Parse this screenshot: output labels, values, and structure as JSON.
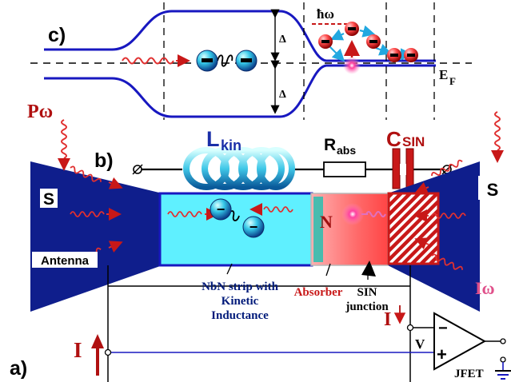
{
  "panel_labels": {
    "a": "a)",
    "b": "b)",
    "c": "c)"
  },
  "band": {
    "hw": "ħω",
    "delta_top": "Δ",
    "delta_bottom": "Δ",
    "ef": "E",
    "ef_sub": "F"
  },
  "circuit": {
    "lkin_main": "L",
    "lkin_sub": "kin",
    "rabs_main": "R",
    "rabs_sub": "abs",
    "csin_main": "C",
    "csin_sub": "SIN"
  },
  "device": {
    "p_omega": "Pω",
    "s_left": "S",
    "s_right": "S",
    "antenna": "Antenna",
    "n_label": "N",
    "i_omega": "Iω",
    "electron": "−",
    "strip_caption": [
      "NbN strip with",
      "Kinetic",
      "Inductance"
    ],
    "absorber": "Absorber",
    "sin_junction": [
      "SIN",
      "junction"
    ],
    "i_left": "I",
    "i_right": "I",
    "v_label": "V",
    "minus": "−",
    "plus": "+",
    "jfet": "JFET"
  },
  "colors": {
    "navy": "#0f1e8c",
    "dark_blue": "#001a7a",
    "cyan": "#5ff0ff",
    "dark_red": "#a01010",
    "pink": "#e0508a",
    "red_wave": "#e03030"
  }
}
